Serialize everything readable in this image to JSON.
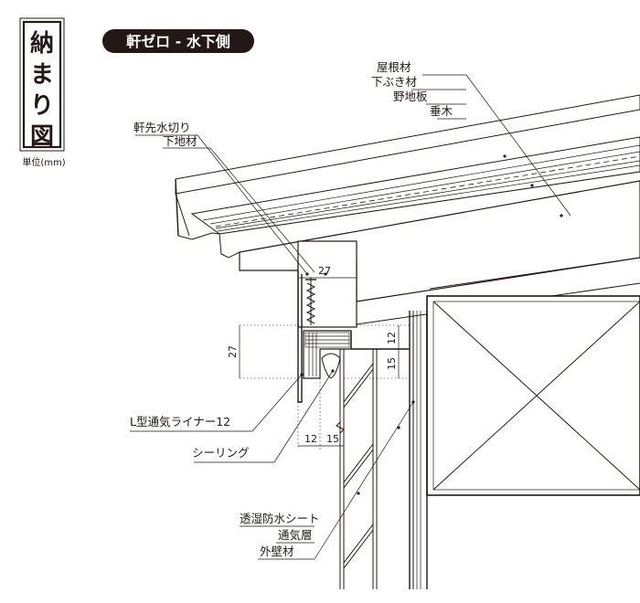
{
  "badge": {
    "title": "納まり図",
    "unit": "単位(mm)"
  },
  "section_title": "軒ゼロ - 水下側",
  "callouts": {
    "roof_layers": [
      "屋根材",
      "下ぶき材",
      "野地板",
      "垂木"
    ],
    "eave_flashing": [
      "軒先水切り",
      "下地材"
    ],
    "vent_liner": "L型通気ライナー12",
    "sealing": "シーリング",
    "wall_layers": [
      "透湿防水シート",
      "通気層",
      "外壁材"
    ]
  },
  "dimensions": {
    "top_gap": "27",
    "left_height": "27",
    "right_upper": "12",
    "right_lower": "15",
    "bottom_left": "12",
    "bottom_right": "15"
  },
  "colors": {
    "ink": "#231815",
    "title_bg": "#231815",
    "title_text": "#ffffff"
  }
}
